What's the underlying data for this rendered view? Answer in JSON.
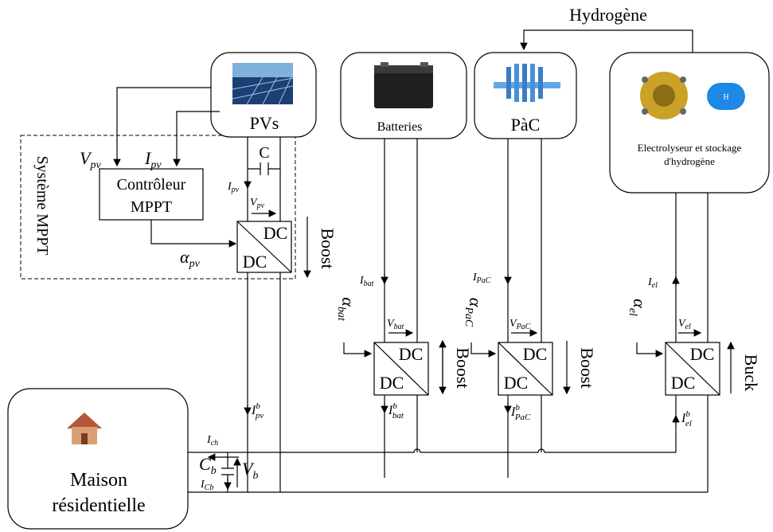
{
  "diagram": {
    "hydrogen_label": "Hydrogène",
    "mppt_system_label": "Système MPPT",
    "pv": {
      "label": "PVs"
    },
    "batteries": {
      "label": "Batteries"
    },
    "fuel_cell": {
      "label": "PàC"
    },
    "electrolyser": {
      "label_line1": "Electrolyseur et stockage",
      "label_line2": "d'hydrogène",
      "tank_text": "H"
    },
    "house": {
      "label_line1": "Maison",
      "label_line2": "résidentielle"
    },
    "controller": {
      "line1": "Contrôleur",
      "line2": "MPPT"
    },
    "capacitor_label": "C",
    "converter_dc_top": "DC",
    "converter_dc_bottom": "DC",
    "mode_boost": "Boost",
    "mode_buck": "Buck",
    "signals": {
      "v_pv": {
        "base": "V",
        "sub": "pv"
      },
      "i_pv": {
        "base": "I",
        "sub": "pv"
      },
      "alpha_pv": {
        "base": "α",
        "sub": "pv"
      },
      "i_pv_small": {
        "base": "I",
        "sub": "pv"
      },
      "v_pv_small": {
        "base": "V",
        "sub": "pv"
      },
      "i_pv_b": {
        "base": "I",
        "sup": "b",
        "sub": "pv"
      },
      "i_bat": {
        "base": "I",
        "sub": "bat"
      },
      "alpha_bat": {
        "base": "α",
        "sub": "bat"
      },
      "v_bat": {
        "base": "V",
        "sub": "bat"
      },
      "i_bat_b": {
        "base": "I",
        "sup": "b",
        "sub": "bat"
      },
      "i_pac": {
        "base": "I",
        "sub": "PaC"
      },
      "alpha_pac": {
        "base": "α",
        "sub": "PaC"
      },
      "v_pac": {
        "base": "V",
        "sub": "PaC"
      },
      "i_pac_b": {
        "base": "I",
        "sup": "b",
        "sub": "PaC"
      },
      "i_el": {
        "base": "I",
        "sub": "el"
      },
      "alpha_el": {
        "base": "α",
        "sub": "el"
      },
      "v_el": {
        "base": "V",
        "sub": "el"
      },
      "i_el_b": {
        "base": "I",
        "sup": "b",
        "sub": "el"
      },
      "i_ch": {
        "base": "I",
        "sub": "ch"
      },
      "c_b": {
        "base": "C",
        "sub": "b"
      },
      "v_b": {
        "base": "V",
        "sub": "b"
      },
      "i_cb": {
        "base": "I",
        "sub": "Cb"
      }
    },
    "colors": {
      "line": "#000000",
      "pv_panel": "#2c5d9a",
      "battery": "#222222",
      "fuel_cell": "#4a90d9",
      "electrolyser": "#c9a227",
      "tank": "#1e88e5",
      "house": "#b5563a"
    }
  }
}
